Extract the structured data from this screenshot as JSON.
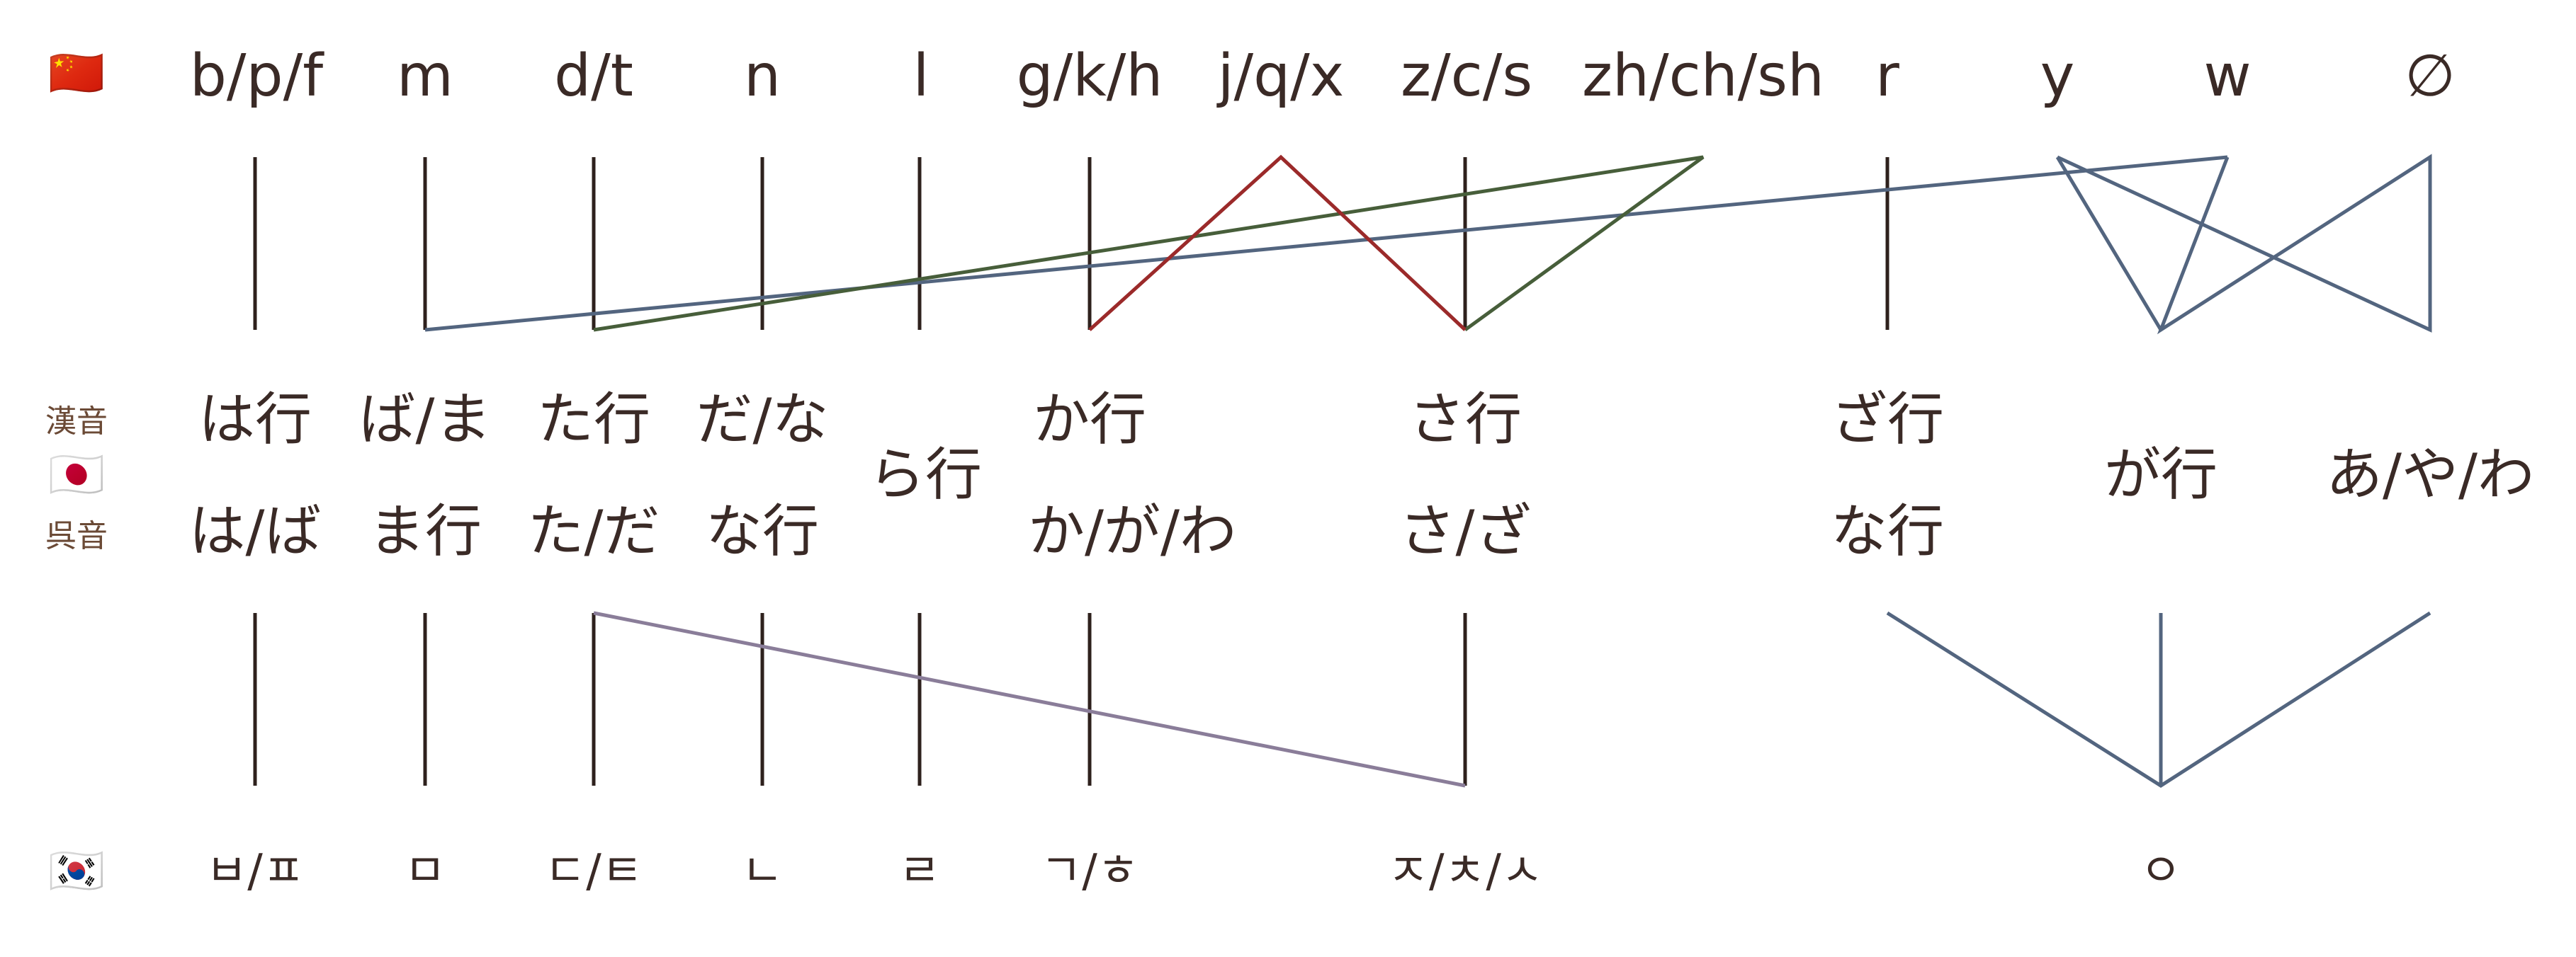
{
  "flags": {
    "china": "🇨🇳",
    "japan": "🇯🇵",
    "korea": "🇰🇷"
  },
  "side_labels": {
    "kan_on": "漢音",
    "go_on": "呉音"
  },
  "chinese_initials": [
    "b/p/f",
    "m",
    "d/t",
    "n",
    "l",
    "g/k/h",
    "j/q/x",
    "z/c/s",
    "zh/ch/sh",
    "r",
    "y",
    "w",
    "∅"
  ],
  "japanese_kan_on": [
    "は行",
    "ば/ま",
    "た行",
    "だ/な",
    "か行",
    "さ行",
    "ざ行"
  ],
  "japanese_go_on": [
    "は/ば",
    "ま行",
    "た/だ",
    "な行",
    "か/が/わ",
    "さ/ざ",
    "な行"
  ],
  "japanese_single": [
    "ら行",
    "が行",
    "あ/や/わ"
  ],
  "korean_initials": [
    "ㅂ/ㅍ",
    "ㅁ",
    "ㄷ/ㅌ",
    "ㄴ",
    "ㄹ",
    "ㄱ/ㅎ",
    "ㅈ/ㅊ/ㅅ",
    "ㅇ"
  ],
  "colors": {
    "text": "#3a2a26",
    "vertical_line": "#2e211d",
    "jqx_mapping": "#9b2a2a",
    "zhchsh_mapping": "#475e3a",
    "semivowel_mapping": "#53657f",
    "korean_mapping": "#8a7d99"
  }
}
